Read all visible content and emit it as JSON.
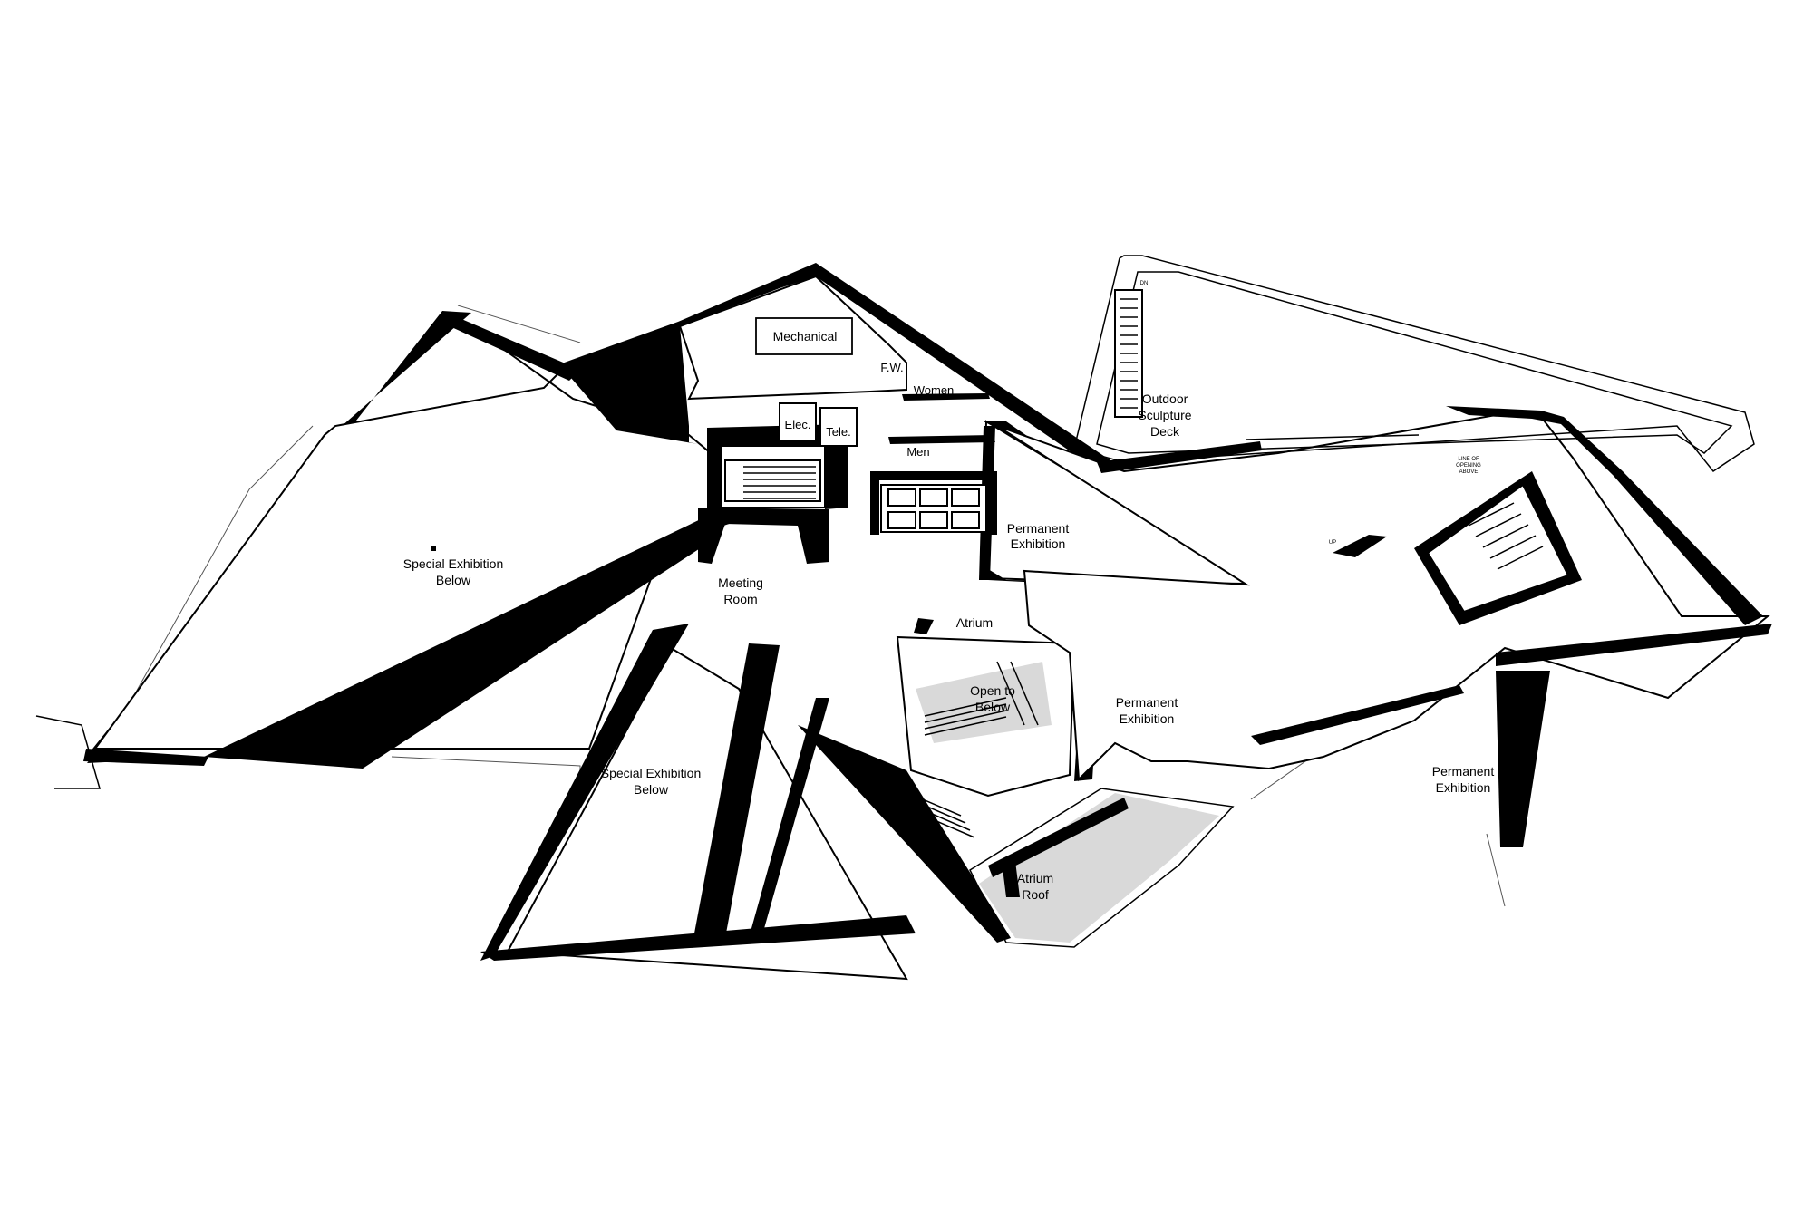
{
  "labels": {
    "mechanical": "Mechanical",
    "fw": "F.W.",
    "women": "Women",
    "elec": "Elec.",
    "tele": "Tele.",
    "men": "Men",
    "outdoor_1": "Outdoor",
    "outdoor_2": "Sculpture",
    "outdoor_3": "Deck",
    "perm_a_1": "Permanent",
    "perm_a_2": "Exhibition",
    "special_a_1": "Special Exhibition",
    "special_a_2": "Below",
    "meeting_1": "Meeting",
    "meeting_2": "Room",
    "atrium": "Atrium",
    "open_1": "Open to",
    "open_2": "Below",
    "perm_b_1": "Permanent",
    "perm_b_2": "Exhibition",
    "special_b_1": "Special Exhibition",
    "special_b_2": "Below",
    "perm_c_1": "Permanent",
    "perm_c_2": "Exhibition",
    "roof_1": "Atrium",
    "roof_2": "Roof",
    "up": "UP",
    "dn": "DN",
    "opening_note_1": "LINE OF",
    "opening_note_2": "OPENING",
    "opening_note_3": "ABOVE"
  }
}
